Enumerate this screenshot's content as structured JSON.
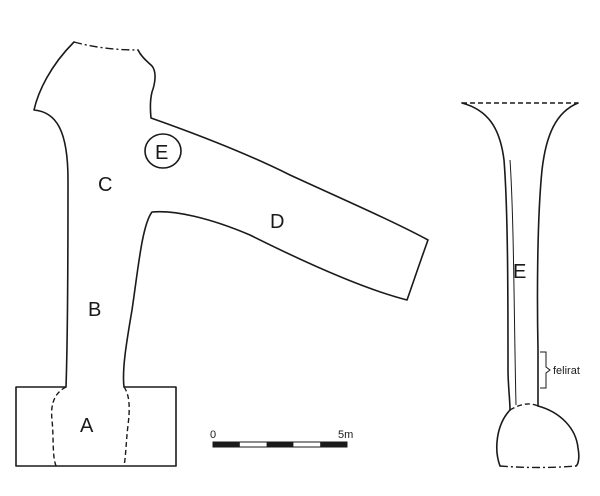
{
  "plan": {
    "labels": {
      "a": "A",
      "b": "B",
      "c": "C",
      "d": "D",
      "e_circle": "E"
    }
  },
  "section": {
    "label_e": "E",
    "inscription": "felirat"
  },
  "scale_bar": {
    "start": "0",
    "end": "5m",
    "segments": 5
  }
}
